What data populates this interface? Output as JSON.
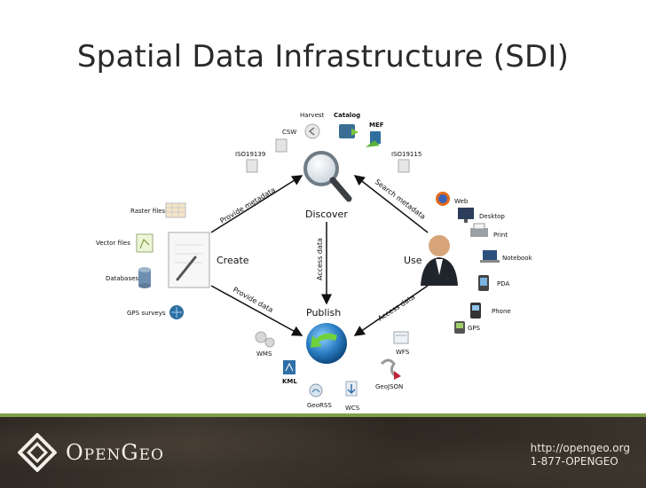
{
  "title": "Spatial Data Infrastructure (SDI)",
  "nodes": {
    "discover": "Discover",
    "create": "Create",
    "use": "Use",
    "publish": "Publish"
  },
  "edges": {
    "provide_metadata": "Provide metadata",
    "search_metadata": "Search metadata",
    "access_data_center": "Access data",
    "provide_data": "Provide data",
    "access_data_right": "Access data"
  },
  "metadata_items": {
    "harvest": "Harvest",
    "catalog": "Catalog",
    "csw": "CSW",
    "mef": "MEF",
    "iso19139": "ISO19139",
    "iso19115": "ISO19115"
  },
  "create_sources": {
    "raster": "Raster files",
    "vector": "Vector files",
    "databases": "Databases",
    "gps_surveys": "GPS surveys"
  },
  "use_clients": {
    "web": "Web",
    "desktop": "Desktop",
    "print": "Print",
    "notebook": "Notebook",
    "pda": "PDA",
    "phone": "Phone",
    "gps": "GPS"
  },
  "publish_formats": {
    "wms": "WMS",
    "kml": "KML",
    "georss": "GeoRSS",
    "wcs": "WCS",
    "wfs": "WFS",
    "geojson": "GeoJSON"
  },
  "footer": {
    "logo": "OpenGeo",
    "url": "http://opengeo.org",
    "phone": "1-877-OPENGEO"
  },
  "colors": {
    "footer_bg": "#342e27",
    "footer_accent": "#7fa04a",
    "globe": "#2b7fc4",
    "arrow": "#111111"
  }
}
